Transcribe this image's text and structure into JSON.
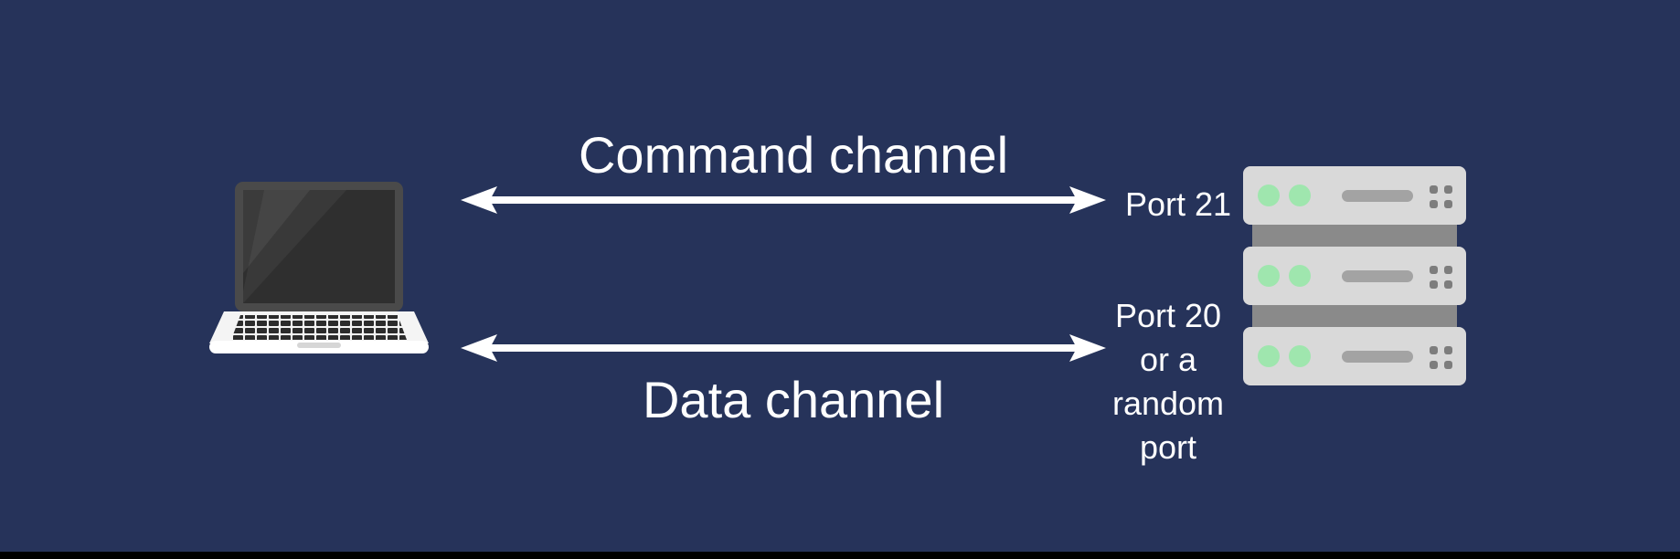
{
  "client": {
    "icon": "laptop-icon"
  },
  "server": {
    "icon": "server-stack-icon"
  },
  "channels": [
    {
      "label": "Command channel",
      "port": "Port 21"
    },
    {
      "label": "Data channel",
      "port_lines": [
        "Port 20",
        "or a",
        "random",
        "port"
      ]
    }
  ],
  "colors": {
    "background": "#26335A",
    "text": "#FFFFFF",
    "arrow": "#FFFFFF",
    "server_body": "#D9D9D9",
    "server_band": "#8A8A8A",
    "led_green": "#9FE6AE",
    "bottom_bar": "#000000"
  }
}
